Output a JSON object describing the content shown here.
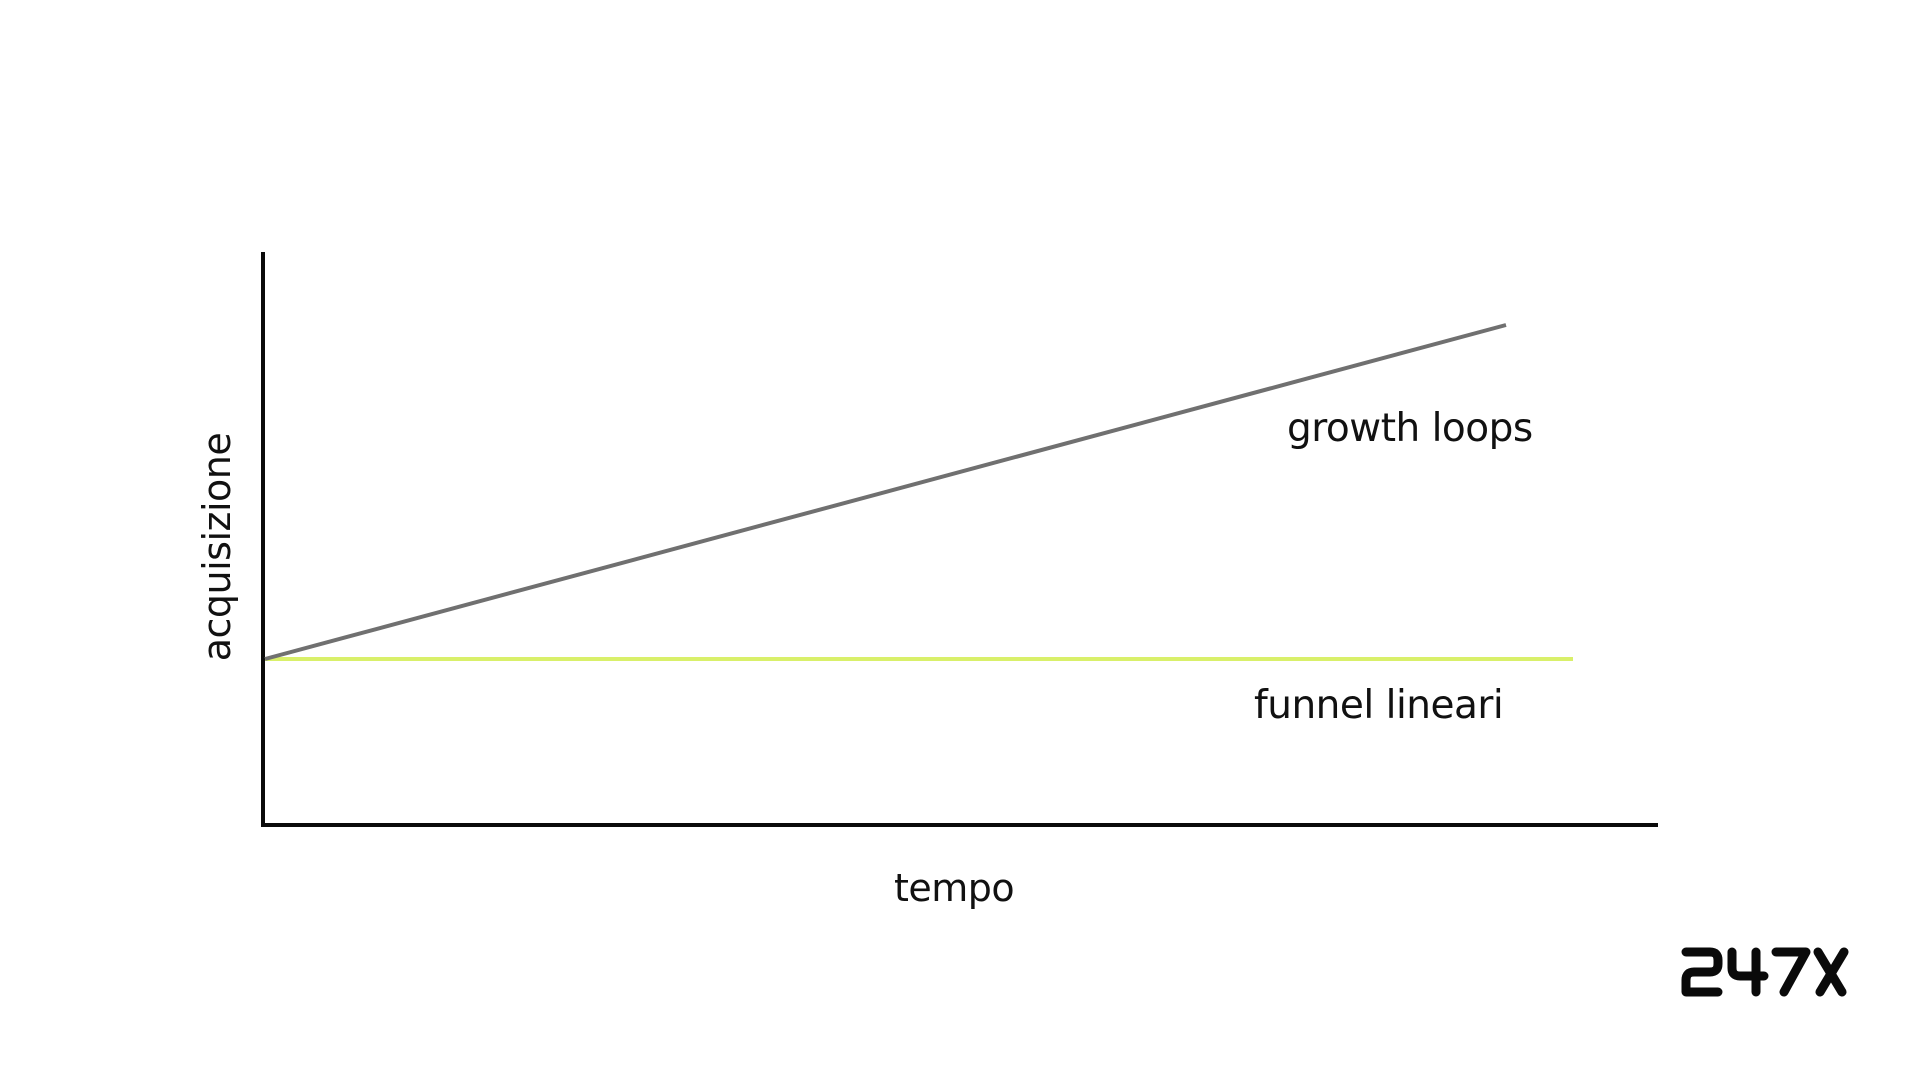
{
  "chart_data": {
    "type": "line",
    "title": "",
    "xlabel": "tempo",
    "ylabel": "acquisizione",
    "grid": false,
    "legend": "inline labels",
    "x": [
      0,
      1
    ],
    "series": [
      {
        "name": "growth loops",
        "values": [
          0.3,
          0.88
        ],
        "color": "#707070"
      },
      {
        "name": "funnel lineari",
        "values": [
          0.3,
          0.3
        ],
        "color": "#d9f06a"
      }
    ],
    "xlim": [
      0,
      1
    ],
    "ylim": [
      0,
      1
    ]
  },
  "labels": {
    "growth": "growth loops",
    "funnel": "funnel lineari",
    "x_axis": "tempo",
    "y_axis": "acquisizione"
  },
  "logo": {
    "text": "247X"
  },
  "colors": {
    "axis": "#0a0a0a",
    "growth_line": "#707070",
    "funnel_line": "#d9f06a"
  }
}
